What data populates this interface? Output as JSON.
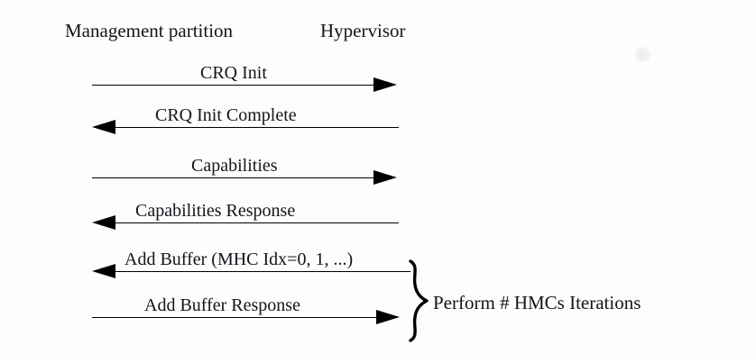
{
  "diagram": {
    "type": "sequence-diagram",
    "background_color": "#fdfdfb",
    "line_color": "#000000",
    "text_color": "#14141e",
    "lifelines": [
      {
        "id": "management-partition",
        "label": "Management partition"
      },
      {
        "id": "hypervisor",
        "label": "Hypervisor"
      }
    ],
    "messages": [
      {
        "id": "crq-init",
        "label": "CRQ Init",
        "direction": "right"
      },
      {
        "id": "crq-init-complete",
        "label": "CRQ Init Complete",
        "direction": "left"
      },
      {
        "id": "capabilities",
        "label": "Capabilities",
        "direction": "right"
      },
      {
        "id": "capabilities-response",
        "label": "Capabilities Response",
        "direction": "left"
      },
      {
        "id": "add-buffer",
        "label": "Add Buffer (MHC Idx=0, 1, ...)",
        "direction": "left"
      },
      {
        "id": "add-buffer-response",
        "label": "Add Buffer Response",
        "direction": "right"
      }
    ],
    "annotation": {
      "id": "iteration-note",
      "label": "Perform # HMCs Iterations",
      "bracket": "curly-brace-right",
      "covers": [
        "add-buffer",
        "add-buffer-response"
      ]
    }
  }
}
